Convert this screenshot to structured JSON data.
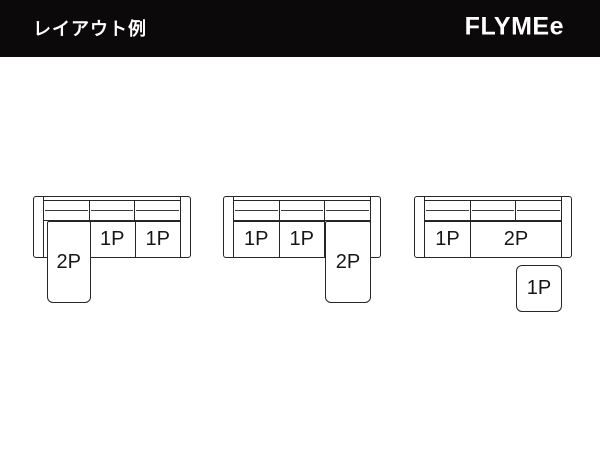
{
  "header": {
    "title": "レイアウト例",
    "logo": "FLYMEe"
  },
  "colors": {
    "header_bg": "#0b0909",
    "header_text": "#ffffff",
    "diagram_line": "#262626",
    "label_text": "#161616",
    "background": "#ffffff"
  },
  "layouts": [
    {
      "name": "chaise-left",
      "chaise_label": "2P",
      "seats": [
        "1P",
        "1P"
      ]
    },
    {
      "name": "chaise-right",
      "seats": [
        "1P",
        "1P"
      ],
      "chaise_label": "2P"
    },
    {
      "name": "ottoman-right",
      "seats": [
        "1P",
        "2P"
      ],
      "ottoman_label": "1P"
    }
  ]
}
